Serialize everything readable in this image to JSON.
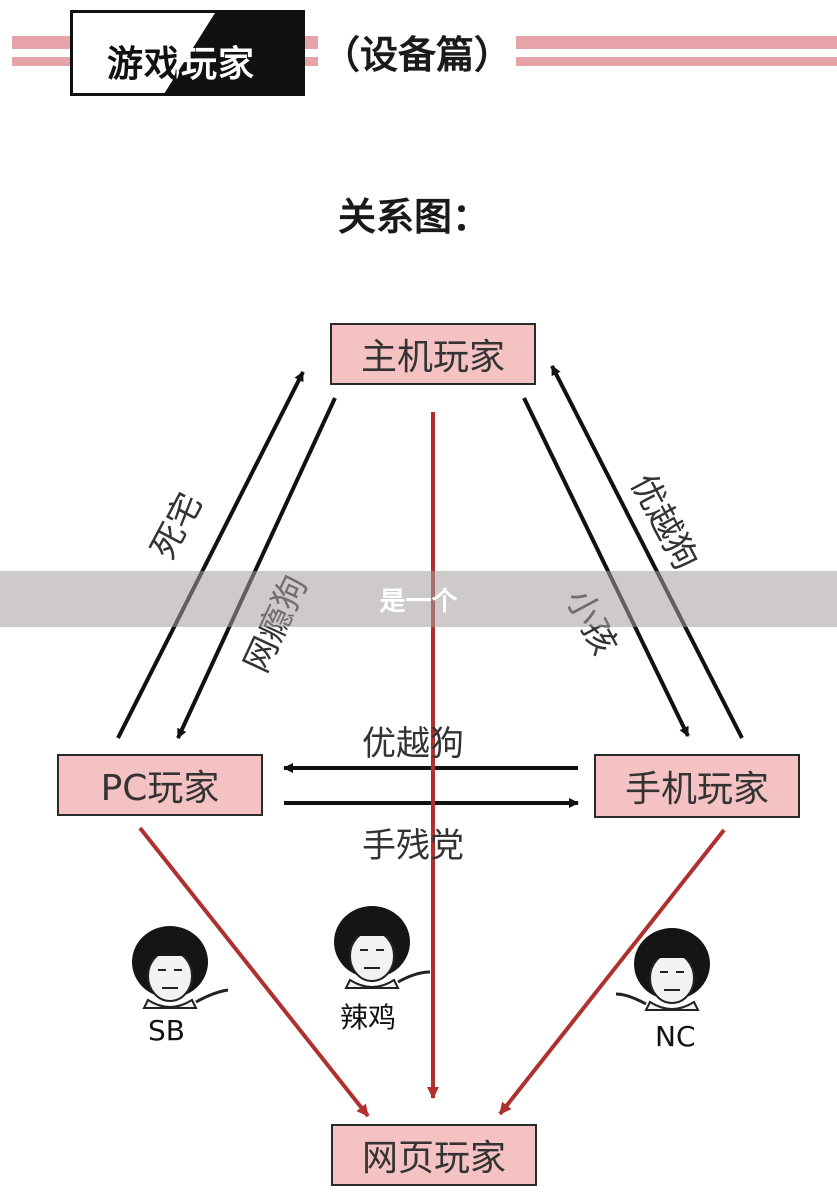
{
  "header": {
    "title": "游戏玩家",
    "subtitle": "（设备篇）",
    "accent_color": "#e6a4a8"
  },
  "section_label": "关系图：",
  "nodes": {
    "console": "主机玩家",
    "pc": "PC玩家",
    "mobile": "手机玩家",
    "web": "网页玩家",
    "node_fill": "#f4c2c2"
  },
  "edges": {
    "pc_to_console": "死宅",
    "console_to_pc": "网瘾狗",
    "mobile_to_console": "优越狗",
    "console_to_mobile": "小孩",
    "mobile_to_pc": "优越狗",
    "pc_to_mobile": "手残党",
    "arrow_red": "#b03030"
  },
  "faces": {
    "pc_web": "SB",
    "console_web": "辣鸡",
    "mobile_web": "NC"
  },
  "banner": {
    "text": "是一个"
  }
}
